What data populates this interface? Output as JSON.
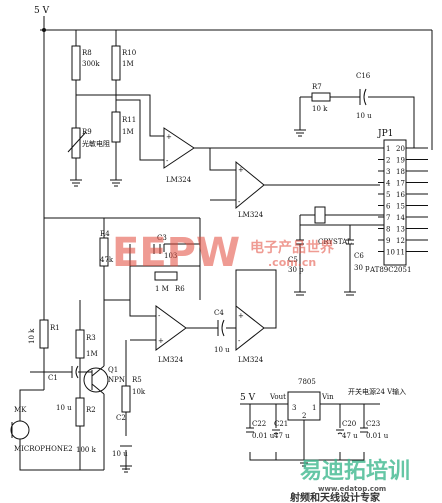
{
  "labels": {
    "supply_top": "5 V"
  },
  "components": {
    "r8": {
      "ref": "R8",
      "value": "300k"
    },
    "r9": {
      "ref": "R9",
      "value": "光敏电阻"
    },
    "r10": {
      "ref": "R10",
      "value": "1M"
    },
    "r11": {
      "ref": "R11",
      "value": "1M"
    },
    "r7": {
      "ref": "R7",
      "value": "10 k"
    },
    "c16": {
      "ref": "C16",
      "value": "10 u"
    },
    "u1": {
      "part": "LM324"
    },
    "u2": {
      "part": "LM324"
    },
    "u3": {
      "part": "LM324"
    },
    "u4": {
      "part": "LM324"
    },
    "jp1": {
      "ref": "JP1",
      "part": "AT89C2051",
      "pins_left": [
        "1",
        "2",
        "3",
        "4",
        "5",
        "6",
        "7",
        "8",
        "9",
        "10"
      ],
      "pins_right": [
        "20",
        "19",
        "18",
        "17",
        "16",
        "15",
        "14",
        "13",
        "12",
        "11"
      ]
    },
    "crystal": {
      "ref": "CRYSTAL"
    },
    "c5": {
      "ref": "C5",
      "value": "30 p"
    },
    "c6": {
      "ref": "C6",
      "value": "30 p"
    },
    "r4": {
      "ref": "R4",
      "value": "47k"
    },
    "c3": {
      "ref": "C3",
      "value": "103"
    },
    "r6": {
      "ref": "R6",
      "value": "1 M"
    },
    "c4": {
      "ref": "C4",
      "value": "10 u"
    },
    "r1": {
      "ref": "R1",
      "value": "10 k"
    },
    "c1": {
      "ref": "C1",
      "value": "10 u"
    },
    "r3": {
      "ref": "R3",
      "value": "1M"
    },
    "r2": {
      "ref": "R2",
      "value": "100 k"
    },
    "q1": {
      "ref": "Q1",
      "type": "NPN"
    },
    "r5": {
      "ref": "R5",
      "value": "10k"
    },
    "c2": {
      "ref": "C2",
      "value": "10 u"
    },
    "mic": {
      "ref": "MK",
      "part": "MICROPHONE2"
    }
  },
  "power": {
    "v5_label": "5 V",
    "regulator": "7805",
    "input_note": "开关电源24 V输入",
    "vout": "Vout",
    "vin": "Vin",
    "c22": {
      "ref": "C22",
      "value": "0.01 u"
    },
    "c21": {
      "ref": "C21",
      "value": "47 u"
    },
    "c20": {
      "ref": "C20",
      "value": "47 u"
    },
    "c23": {
      "ref": "C23",
      "value": "0.01 u"
    }
  },
  "watermarks": {
    "eepw_logo": "EEPW",
    "eepw_site": "电子产品世界",
    "eepw_domain": ".com.cn",
    "bottom_brand": "易迪拓培训",
    "bottom_url": "www.edatop.com",
    "bottom_caption": "射频和天线设计专家"
  }
}
